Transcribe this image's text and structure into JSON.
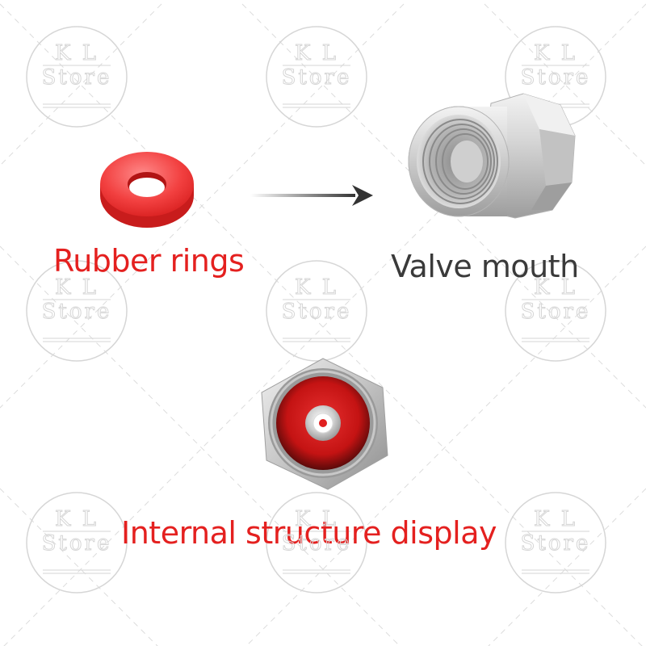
{
  "captions": {
    "rubber_rings": "Rubber rings",
    "valve_mouth": "Valve mouth",
    "internal_structure": "Internal structure display"
  },
  "watermark": {
    "line1": "K L",
    "line2": "Store"
  },
  "colors": {
    "caption_red": "#e4201f",
    "caption_dark": "#3a3a3a",
    "rubber_red": "#ef3b3b",
    "watermark_gray": "#d6d6d6"
  }
}
